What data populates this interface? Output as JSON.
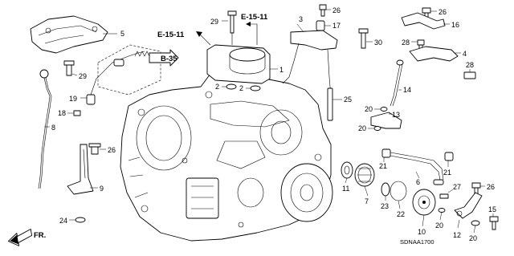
{
  "diagram": {
    "section_refs": [
      "E-15-11",
      "E-15-11",
      "B-35"
    ],
    "callouts": [
      "5",
      "29",
      "26",
      "3",
      "17",
      "26",
      "16",
      "30",
      "28",
      "4",
      "28",
      "1",
      "2",
      "2",
      "14",
      "25",
      "20",
      "20",
      "13",
      "8",
      "19",
      "18",
      "26",
      "9",
      "24",
      "11",
      "7",
      "23",
      "22",
      "21",
      "6",
      "21",
      "27",
      "26",
      "10",
      "20",
      "12",
      "15",
      "20"
    ],
    "front_label": "FR.",
    "diagram_code": "SDNAA1700"
  }
}
